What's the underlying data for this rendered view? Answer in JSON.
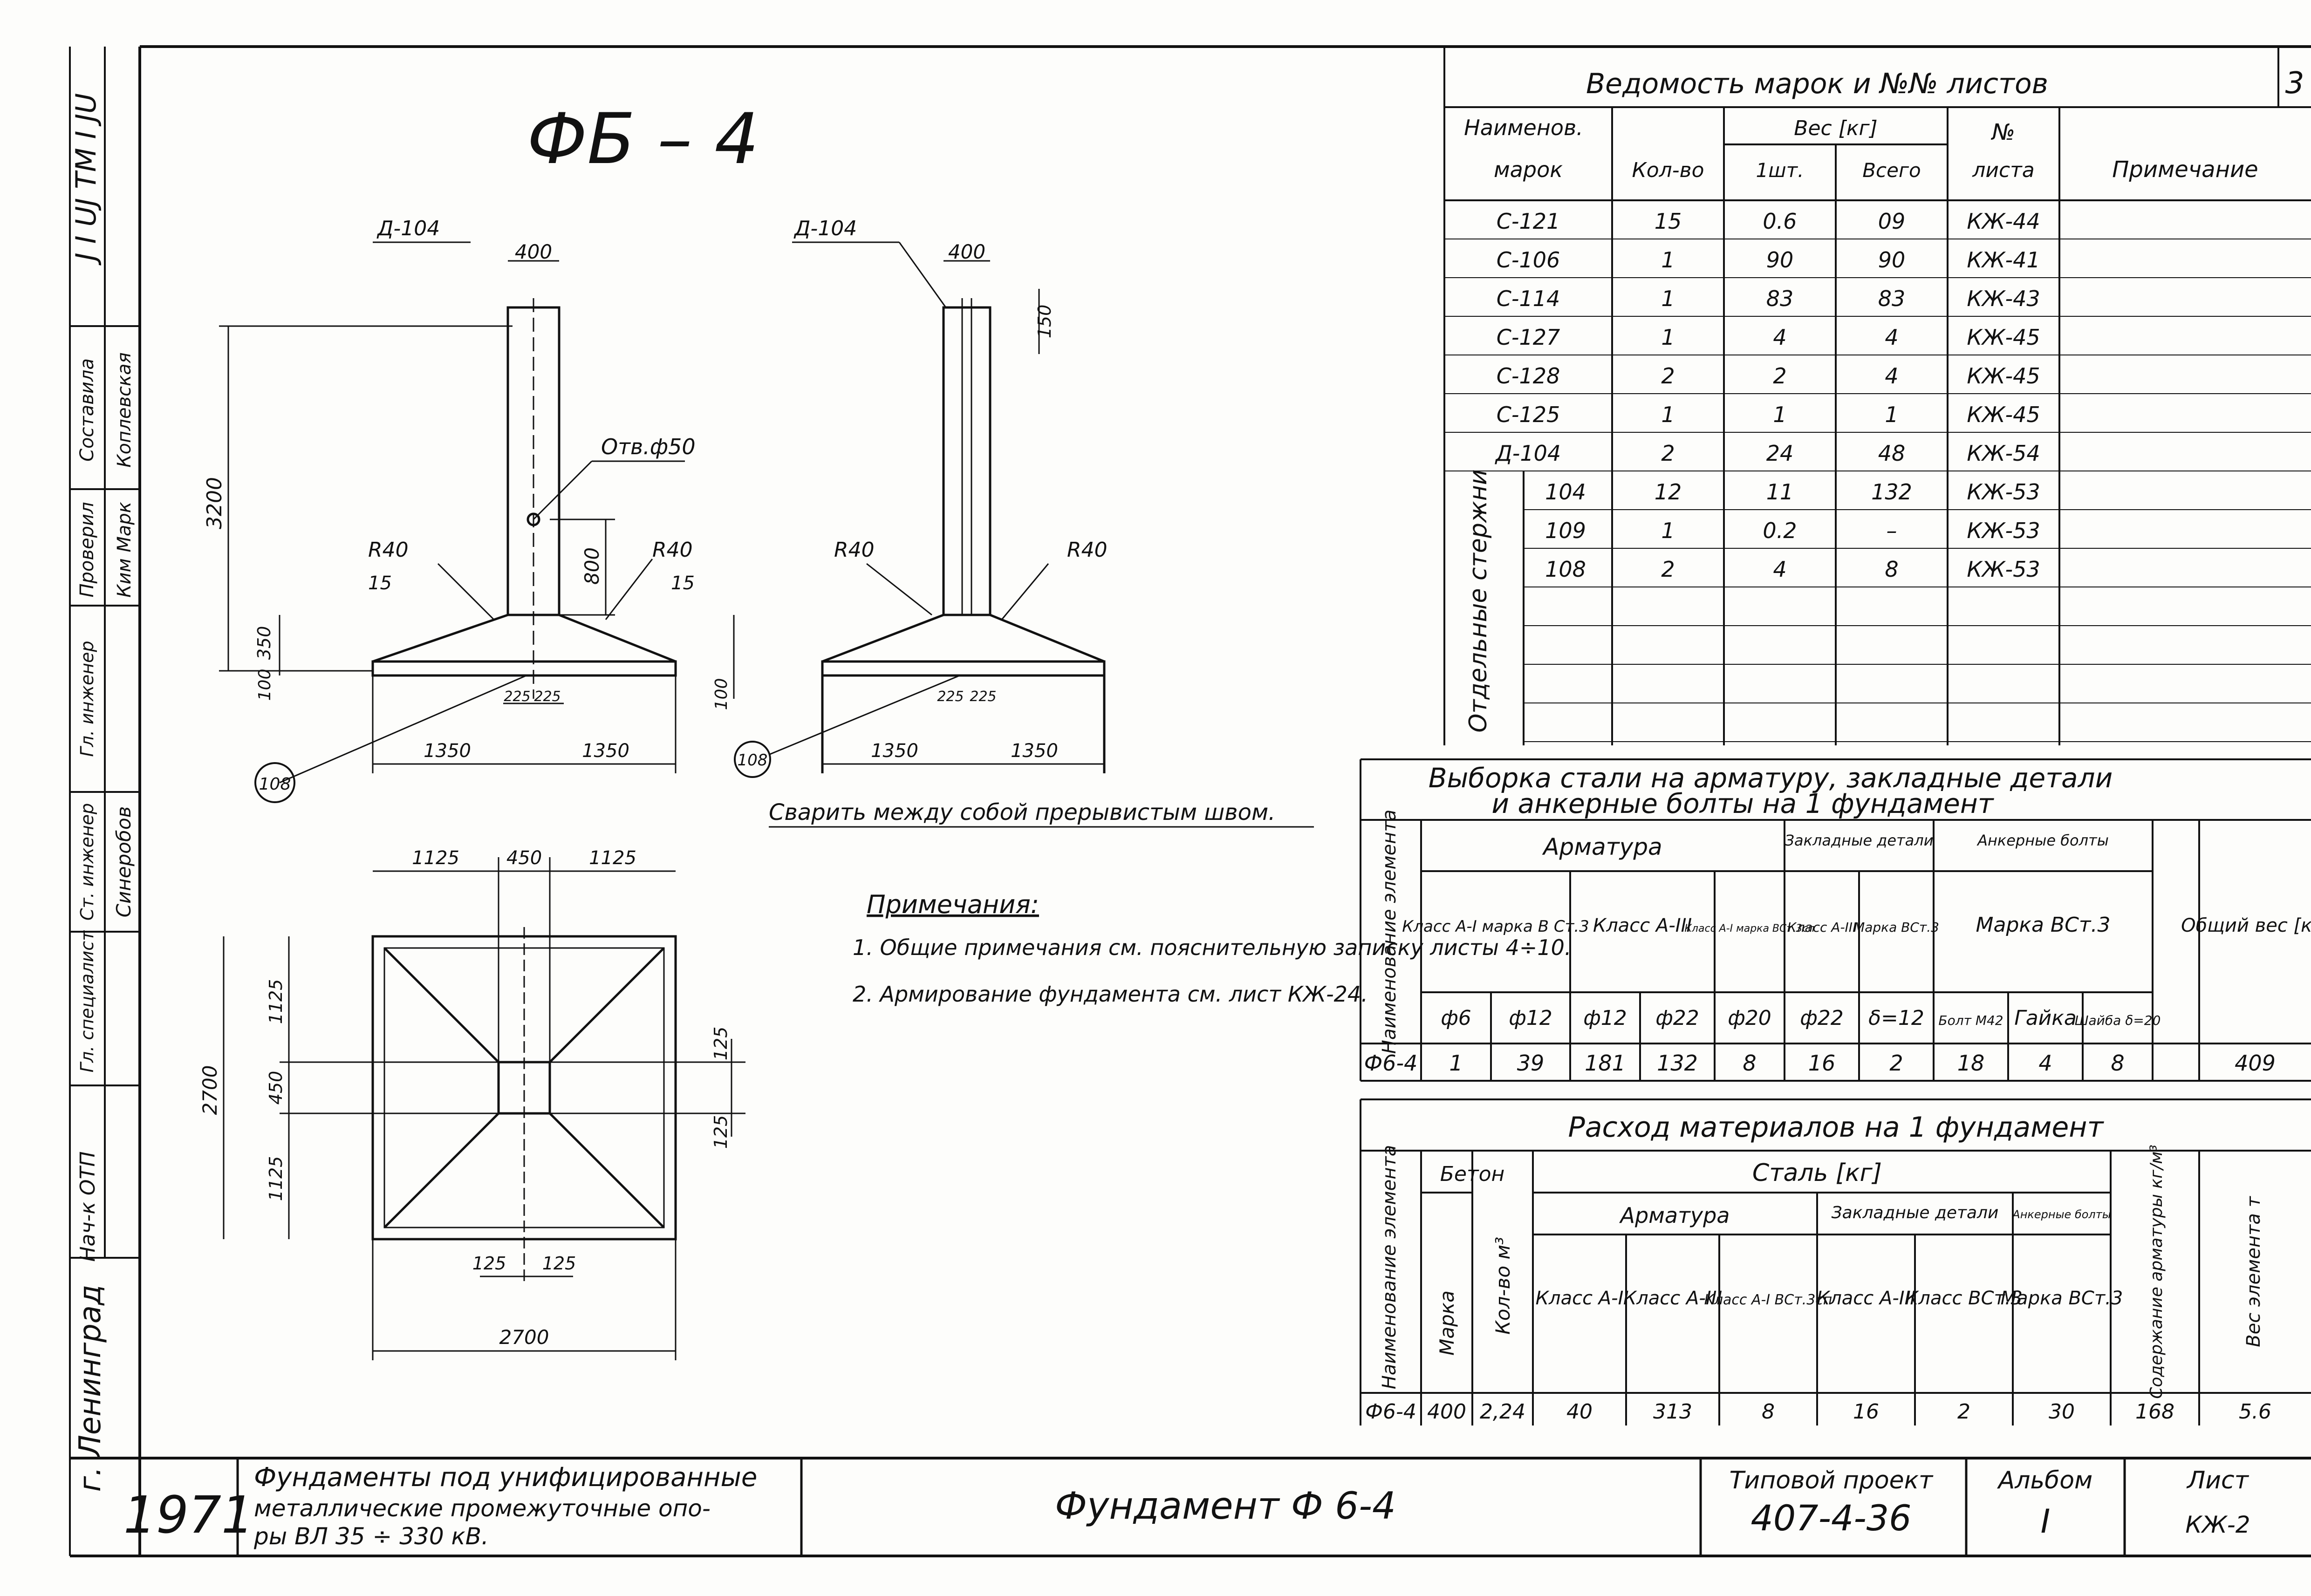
{
  "drawing": {
    "title": "ФБ – 4",
    "dims": {
      "top400": "400",
      "h3200": "3200",
      "h800": "800",
      "h350": "350",
      "h100": "100",
      "h15": "15",
      "r40": "R40",
      "d1350": "1350",
      "d225": "225",
      "d150": "150",
      "hole": "Отв.ф50",
      "p1125": "1125",
      "p450": "450",
      "p2700": "2700",
      "p125": "125"
    },
    "callouts": {
      "d104": "Д-104",
      "c108": "108"
    },
    "weld_note": "Сварить между собой прерывистым швом."
  },
  "notes": {
    "heading": "Примечания:",
    "items": [
      "1. Общие примечания см. пояснительную записку листы 4÷10.",
      "2. Армирование фундамента см. лист КЖ-24."
    ]
  },
  "marks_table": {
    "title": "Ведомость марок и №№ листов",
    "sheet_num": "3",
    "headers": {
      "name1": "Наименов.",
      "name2": "марок",
      "qty": "Кол-во",
      "weight": "Вес [кг]",
      "per": "1шт.",
      "total": "Всего",
      "n": "№",
      "sheet": "листа",
      "note": "Примечание"
    },
    "rows": [
      [
        "С-121",
        "15",
        "0.6",
        "09",
        "КЖ-44"
      ],
      [
        "С-106",
        "1",
        "90",
        "90",
        "КЖ-41"
      ],
      [
        "С-114",
        "1",
        "83",
        "83",
        "КЖ-43"
      ],
      [
        "С-127",
        "1",
        "4",
        "4",
        "КЖ-45"
      ],
      [
        "С-128",
        "2",
        "2",
        "4",
        "КЖ-45"
      ],
      [
        "С-125",
        "1",
        "1",
        "1",
        "КЖ-45"
      ],
      [
        "Д-104",
        "2",
        "24",
        "48",
        "КЖ-54"
      ]
    ],
    "group_label": "Отдельные стержни",
    "group_rows": [
      [
        "104",
        "12",
        "11",
        "132",
        "КЖ-53"
      ],
      [
        "109",
        "1",
        "0.2",
        "–",
        "КЖ-53"
      ],
      [
        "108",
        "2",
        "4",
        "8",
        "КЖ-53"
      ]
    ]
  },
  "steel_table": {
    "title1": "Выборка стали на арматуру, закладные детали",
    "title2": "и анкерные болты на 1 фундамент",
    "h_elem": "Наименование элемента",
    "h_arm": "Арматура",
    "h_zd": "Закладные детали",
    "h_bolts": "Анкерные болты",
    "h_total": "Общий вес [кг]",
    "h_a1": "Класс А-I марка В Ст.3",
    "h_a3": "Класс А-III",
    "h_a1b": "Класс А-I марка ВСт.3сп",
    "h_zd1": "Класс А-III",
    "h_zd2": "Марка ВСт.3",
    "h_bm": "Марка ВСт.3",
    "subs": [
      "ф6",
      "ф12",
      "ф12",
      "ф22",
      "ф20",
      "ф22",
      "δ=12",
      "Болт М42",
      "Гайка",
      "Шайба δ=20"
    ],
    "row": [
      "Ф6-4",
      "1",
      "39",
      "181",
      "132",
      "8",
      "16",
      "2",
      "18",
      "4",
      "8",
      "409"
    ]
  },
  "mat_table": {
    "title": "Расход материалов на 1 фундамент",
    "h_elem": "Наименование элемента",
    "h_beton": "Бетон",
    "h_steel": "Сталь [кг]",
    "h_arm": "Арматура",
    "h_zd": "Закладные детали",
    "h_anker": "Анкерные болты",
    "h_soder": "Содержание арматуры кг/м³",
    "h_ves": "Вес элемента т",
    "h_marka": "Марка",
    "h_kol": "Кол-во м³",
    "h_c": [
      "Класс А-I",
      "Класс А-III",
      "Класс А-I ВСт.3сп",
      "Класс А-III",
      "Класс ВСт.3",
      "Марка ВСт.3"
    ],
    "row": [
      "Ф6-4",
      "400",
      "2,24",
      "40",
      "313",
      "8",
      "16",
      "2",
      "30",
      "168",
      "5.6"
    ]
  },
  "stamp": {
    "city": "г. Ленинград",
    "year": "1971",
    "desc1": "Фундаменты под унифицированные",
    "desc2": "металлические промежуточные опо-",
    "desc3": "ры ВЛ 35 ÷ 330 кВ.",
    "name": "Фундамент Ф 6-4",
    "proj_label": "Типовой проект",
    "proj_no": "407-4-36",
    "album_label": "Альбом",
    "album_no": "I",
    "sheet_label": "Лист",
    "sheet_no": "КЖ-2"
  },
  "side_stamp": {
    "code": "J I UJ TM I JU",
    "roles": [
      "Нач-к ОТП",
      "Гл. специалист",
      "Гл. инженер",
      "Проверил",
      "Ст. инженер",
      "Составила"
    ],
    "names": [
      "Синеробов",
      "Ким Марк",
      "Коплевская"
    ]
  }
}
